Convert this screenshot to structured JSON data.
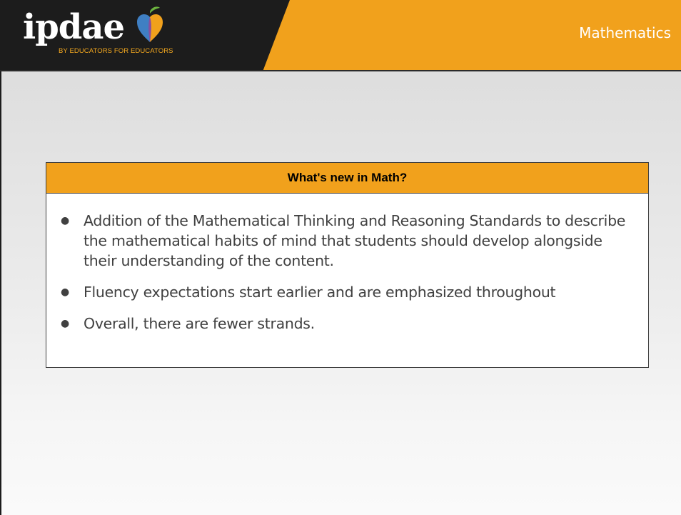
{
  "header": {
    "logo_word": "ipdae",
    "logo_tagline": "BY EDUCATORS FOR EDUCATORS",
    "subject": "Mathematics",
    "colors": {
      "dark": "#1c1c1c",
      "accent": "#f1a11c"
    }
  },
  "card": {
    "heading": "What's new in Math?",
    "bullets": [
      "Addition of the Mathematical Thinking and Reasoning Standards to describe the mathematical habits of mind that students should develop alongside their understanding of the content.",
      "Fluency expectations start earlier and are emphasized throughout",
      "Overall, there are fewer strands."
    ]
  },
  "icons": {
    "logo": "apple-heart-icon",
    "bullet": "bullet-dot-icon"
  }
}
